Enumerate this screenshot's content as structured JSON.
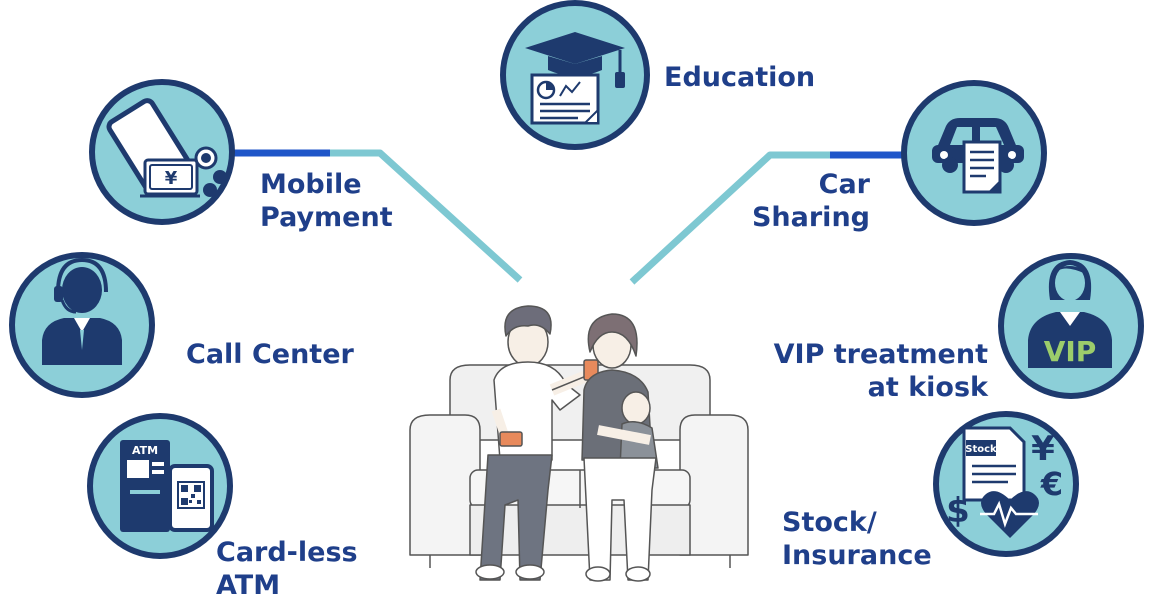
{
  "colors": {
    "circle_fill": "#8ccfd8",
    "circle_stroke": "#1e3a6e",
    "icon_dark": "#1e3a6e",
    "line_light": "#7ec8d2",
    "line_dark": "#1f56c9",
    "label_text": "#1f3f8a",
    "vip_text": "#9ccd6b"
  },
  "center": {
    "illustration": "family-on-sofa-with-phone"
  },
  "services": {
    "education": {
      "line1": "Education",
      "icon": "graduation-cap-icon"
    },
    "mobile_payment": {
      "line1": "Mobile",
      "line2": "Payment",
      "icon": "phone-money-icon"
    },
    "car_sharing": {
      "line1": "Car",
      "line2": "Sharing",
      "icon": "car-document-icon"
    },
    "call_center": {
      "line1": "Call Center",
      "icon": "headset-agent-icon"
    },
    "vip": {
      "line1": "VIP treatment",
      "line2": "at kiosk",
      "icon": "vip-person-icon",
      "badge": "VIP"
    },
    "atm": {
      "line1": "Card-less",
      "line2": "ATM",
      "icon": "atm-qr-icon",
      "atm_text": "ATM"
    },
    "stock": {
      "line1": "Stock/",
      "line2": "Insurance",
      "icon": "stock-insurance-icon",
      "doc_text": "Stock",
      "currency_yen": "¥",
      "currency_euro": "€",
      "currency_dollar": "$"
    }
  }
}
